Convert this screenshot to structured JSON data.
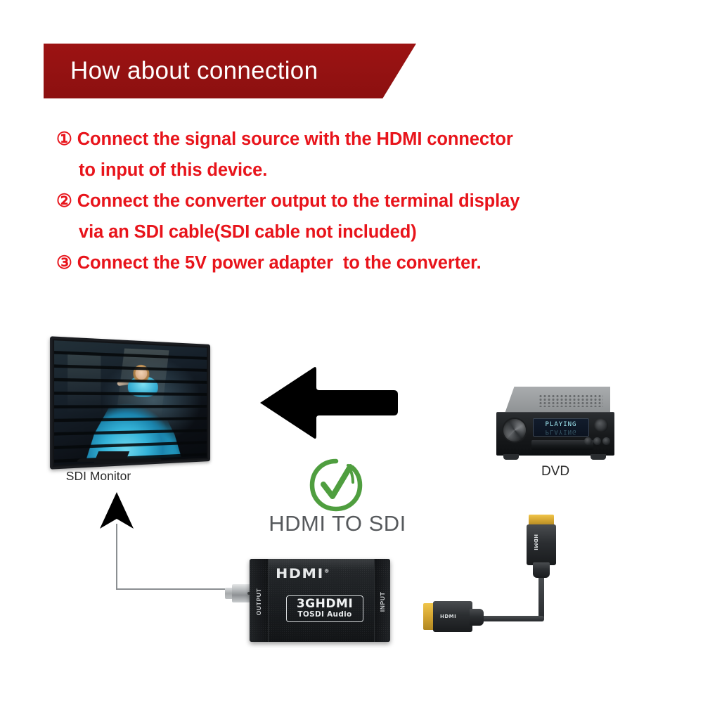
{
  "header": {
    "title": "How about connection",
    "banner_color": "#9c1313",
    "title_color": "#ffffff"
  },
  "instructions": {
    "text_color": "#e8141b",
    "lines": [
      {
        "text": "① Connect the signal source with the HDMI connector",
        "indent": false
      },
      {
        "text": "to input of this device.",
        "indent": true
      },
      {
        "text": "② Connect the converter output to the terminal display",
        "indent": false
      },
      {
        "text": "via an SDI cable(SDI cable not included)",
        "indent": true
      },
      {
        "text": "③ Connect the 5V power adapter  to the converter.",
        "indent": false
      }
    ]
  },
  "diagram": {
    "tv": {
      "label": "SDI Monitor",
      "label_color": "#2b2b2b"
    },
    "dvd": {
      "label": "DVD",
      "display_text": "PLAYING",
      "display_color": "#9fe8f2"
    },
    "brand": {
      "title": "HDMI TO SDI",
      "title_color": "#56595c",
      "check_color": "#4f9e3f"
    },
    "converter": {
      "hdmi_logo": "HDMI",
      "hdmi_logo_mark": "®",
      "model_main": "3GHDMI",
      "model_sub": "TOSDI Audio",
      "output_label": "OUTPUT",
      "input_label": "INPUT"
    },
    "hdmi_cable": {
      "plug_label": "HDMI"
    }
  }
}
